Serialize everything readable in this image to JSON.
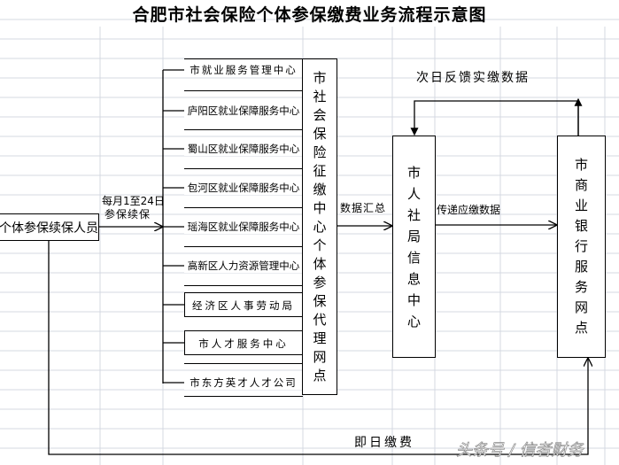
{
  "title": "合肥市社会保险个体参保缴费业务流程示意图",
  "applicant": "个体参保续保人员",
  "applicant_arrow_label": [
    "每月1至24日",
    "参保续保"
  ],
  "organizations": [
    "市就业服务管理中心",
    "庐阳区就业保障服务中心",
    "蜀山区就业保障服务中心",
    "包河区就业保障服务中心",
    "瑶海区就业保障服务中心",
    "高新区人力资源管理中心",
    "经济区人事劳动局",
    "市人才服务中心",
    "市东方英才人才公司"
  ],
  "collection_center": "市社会保险征缴中心个体参保代理网点",
  "summary_label": "数据汇总",
  "info_center": "市人社局信息中心",
  "transfer_label": "传递应缴数据",
  "bank": "市商业银行服务网点",
  "feedback_label": "次日反馈实缴数据",
  "payment_label": "即日缴费",
  "watermark": "头条号 / 信者财务",
  "colors": {
    "gridline": "#d4d8e2",
    "line": "#000000"
  }
}
